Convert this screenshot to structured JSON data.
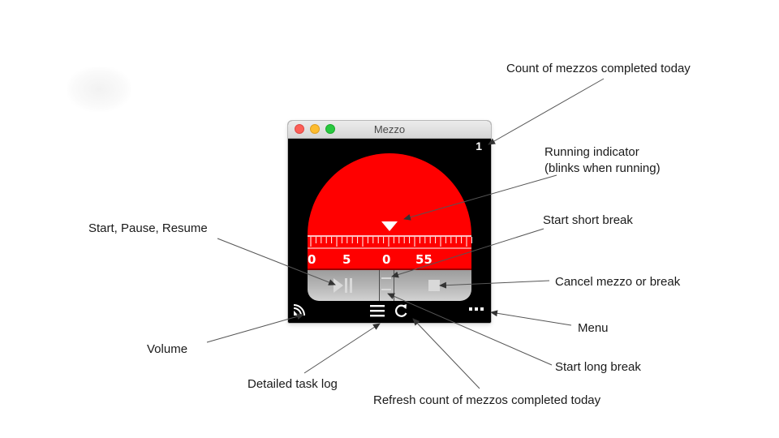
{
  "window": {
    "title": "Mezzo",
    "count_today": "1"
  },
  "dial": {
    "labels": [
      "0",
      "5",
      "0",
      "55"
    ],
    "colors": {
      "dial": "#ff0000",
      "background": "#000000",
      "marks": "#ffffff"
    }
  },
  "controls": {
    "play_icon": "play-pause-icon",
    "short_break_icon": "short-break-icon",
    "long_break_icon": "long-break-icon",
    "cancel_icon": "stop-icon"
  },
  "footer": {
    "volume_icon": "volume-icon",
    "log_icon": "list-icon",
    "refresh_icon": "refresh-icon",
    "menu_icon": "ellipsis-icon"
  },
  "annotations": {
    "count": "Count of mezzos completed today",
    "running_line1": "Running indicator",
    "running_line2": "(blinks when running)",
    "start_pause": "Start, Pause, Resume",
    "short_break": "Start short break",
    "cancel": "Cancel mezzo or break",
    "menu": "Menu",
    "volume": "Volume",
    "long_break": "Start long break",
    "task_log": "Detailed task log",
    "refresh": "Refresh count of mezzos completed today"
  }
}
